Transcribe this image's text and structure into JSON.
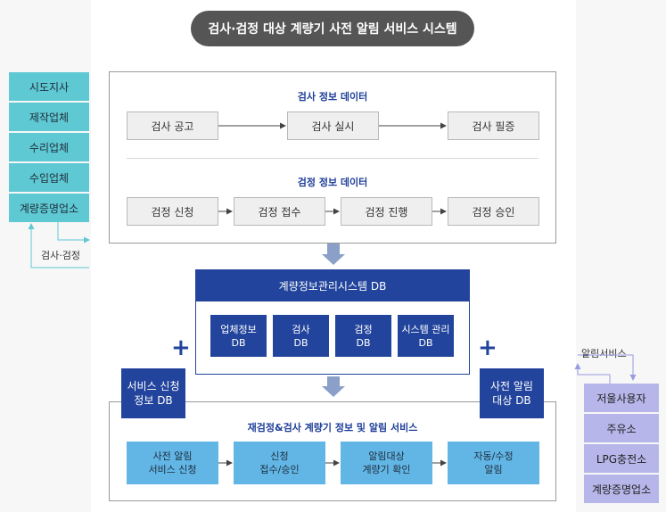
{
  "title": "검사·검정 대상 계량기 사전 알림 서비스 시스템",
  "left_actors": [
    "시도지사",
    "제작업체",
    "수리업체",
    "수입업체",
    "계량증명업소"
  ],
  "left_link_label": "검사·검정",
  "inspection": {
    "title": "검사 정보 데이터",
    "steps": [
      "검사 공고",
      "검사 실시",
      "검사 필증"
    ]
  },
  "verification": {
    "title": "검정 정보 데이터",
    "steps": [
      "검정 신청",
      "검정 접수",
      "검정 진행",
      "검정 승인"
    ]
  },
  "db_system": {
    "title": "계량정보관리시스템 DB",
    "dbs": [
      "업체정보\nDB",
      "검사\nDB",
      "검정\nDB",
      "시스템 관리\nDB"
    ]
  },
  "service_db": "서비스 신청\n정보 DB",
  "target_db": "사전 알림\n대상 DB",
  "service": {
    "title": "재검정&검사 계량기 정보 및 알림 서비스",
    "steps": [
      "사전 알림\n서비스 신청",
      "신청\n접수/승인",
      "알림대상\n계량기 확인",
      "자동/수정\n알림"
    ]
  },
  "right_link_label": "알림서비스",
  "right_actors": [
    "저울사용자",
    "주유소",
    "LPG충전소",
    "계량증명업소"
  ],
  "colors": {
    "navy": "#22449c",
    "cyan": "#5ec8d3",
    "lavender": "#b6b6ea",
    "blue": "#62b6e6",
    "title_bg": "#555555"
  }
}
